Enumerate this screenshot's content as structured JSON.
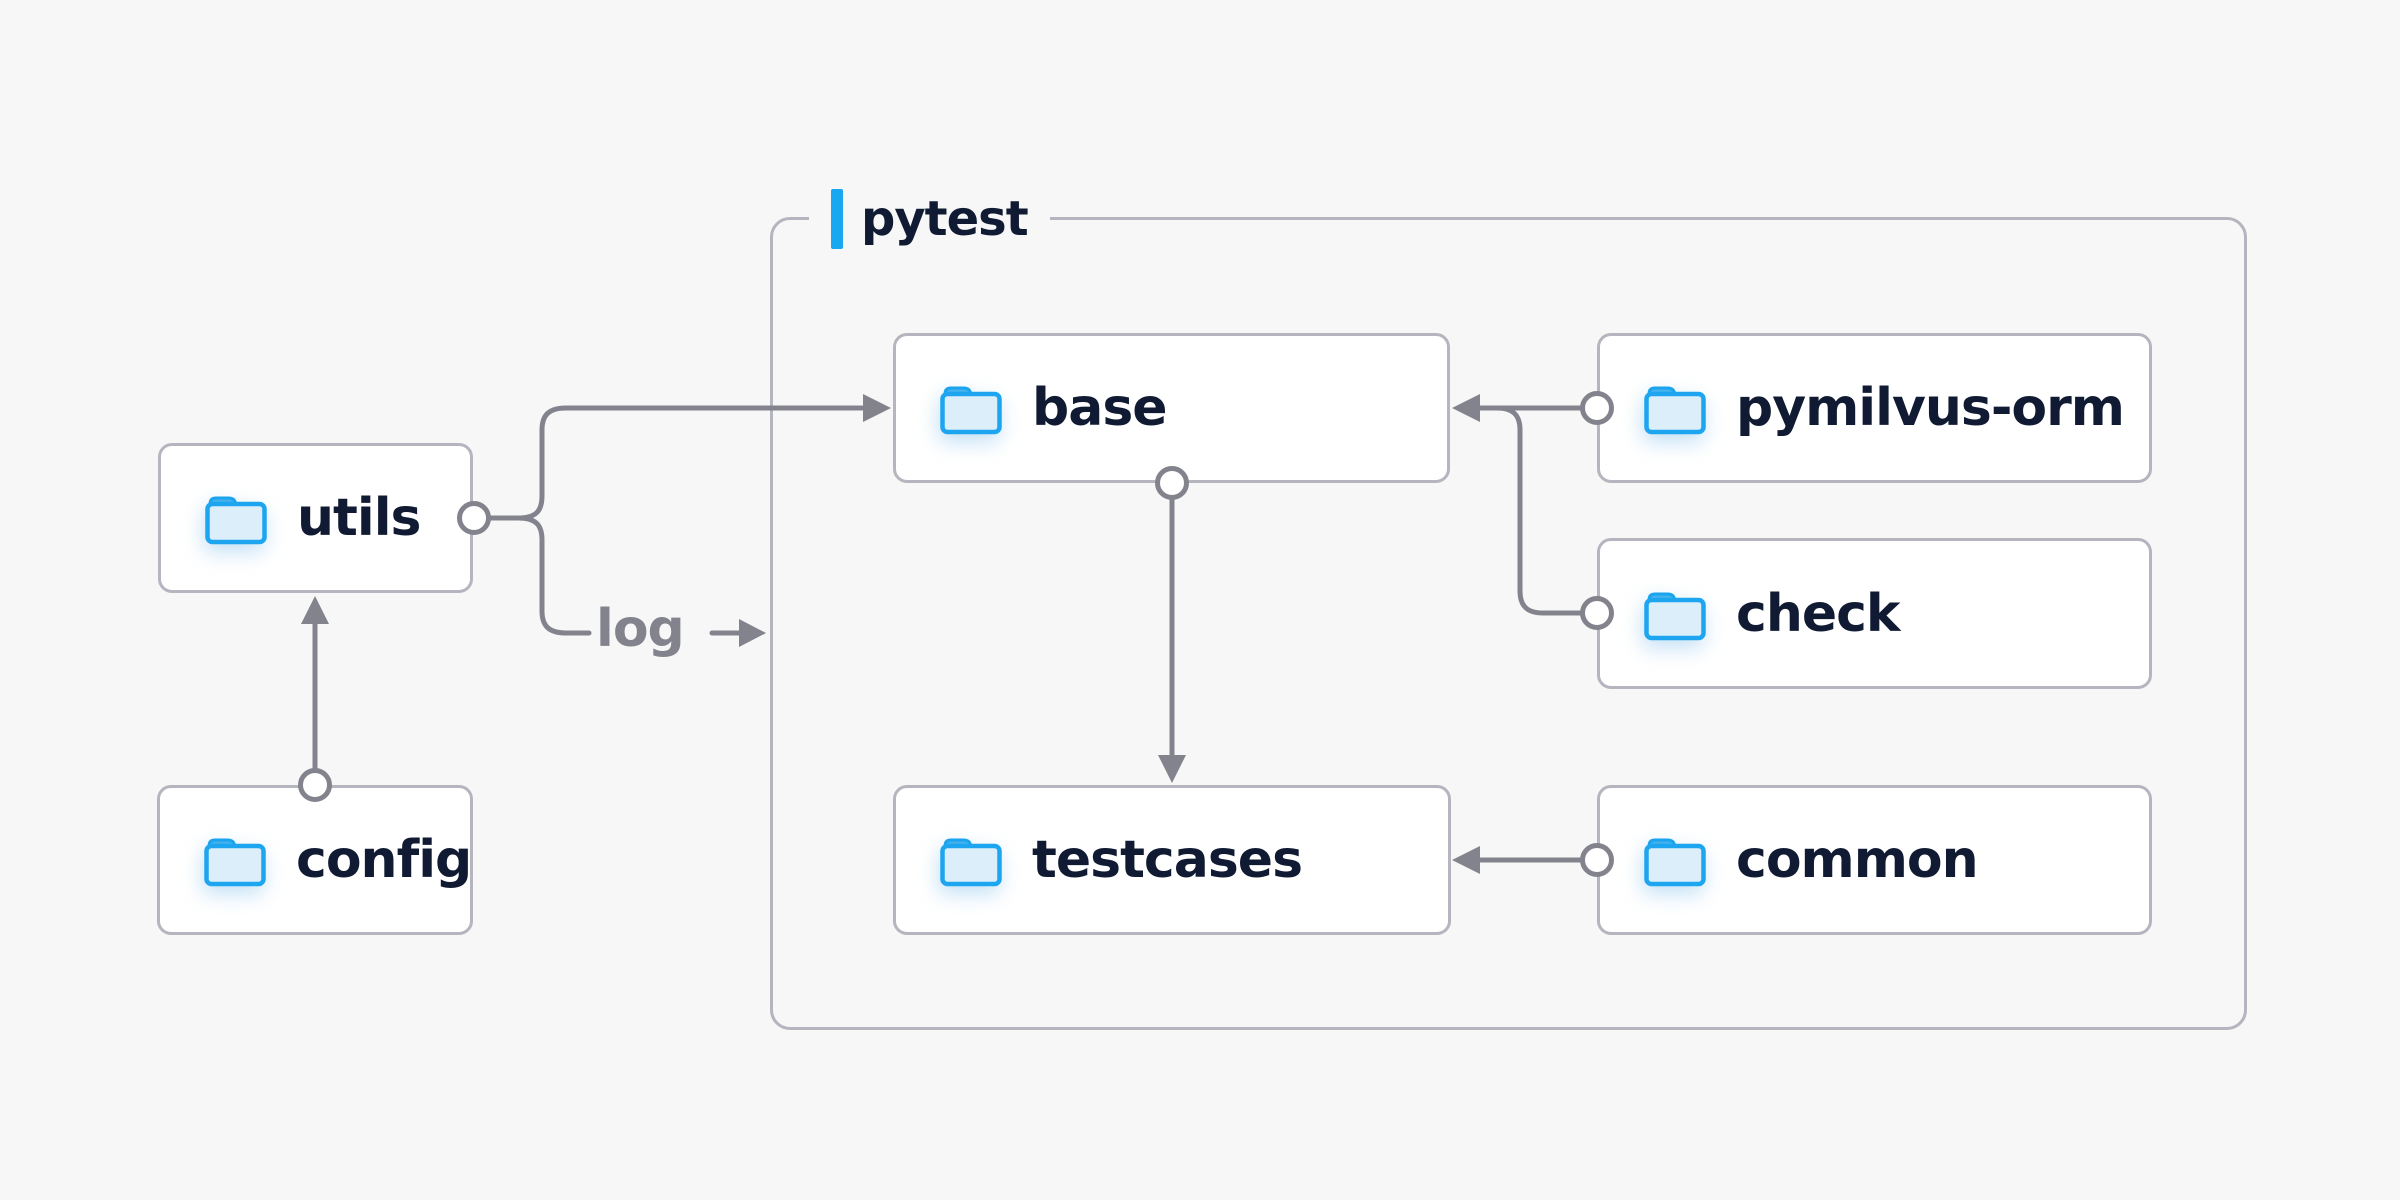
{
  "diagram": {
    "cluster_label": "pytest",
    "log_label": "log",
    "nodes": {
      "utils": {
        "label": "utils"
      },
      "config": {
        "label": "config"
      },
      "base": {
        "label": "base"
      },
      "testcases": {
        "label": "testcases"
      },
      "pymilvus-orm": {
        "label": "pymilvus-orm"
      },
      "check": {
        "label": "check"
      },
      "common": {
        "label": "common"
      }
    },
    "edges": [
      {
        "from": "config",
        "to": "utils"
      },
      {
        "from": "utils",
        "to": "base"
      },
      {
        "from": "utils",
        "to": "log"
      },
      {
        "from": "base",
        "to": "testcases"
      },
      {
        "from": "pymilvus-orm",
        "to": "base"
      },
      {
        "from": "check",
        "to": "base"
      },
      {
        "from": "common",
        "to": "testcases"
      }
    ],
    "icons": {
      "node_icon": "folder-icon"
    },
    "colors": {
      "background": "#f7f7f8",
      "accent_blue": "#18a7f0",
      "folder_stroke_blue": "#1da6ef",
      "folder_fill_blue": "#ddeefb",
      "folder_tab_blue": "#45b2ee",
      "text_dark": "#101b33",
      "line_gray": "#83838d",
      "border_gray": "#b5b5c0"
    }
  }
}
